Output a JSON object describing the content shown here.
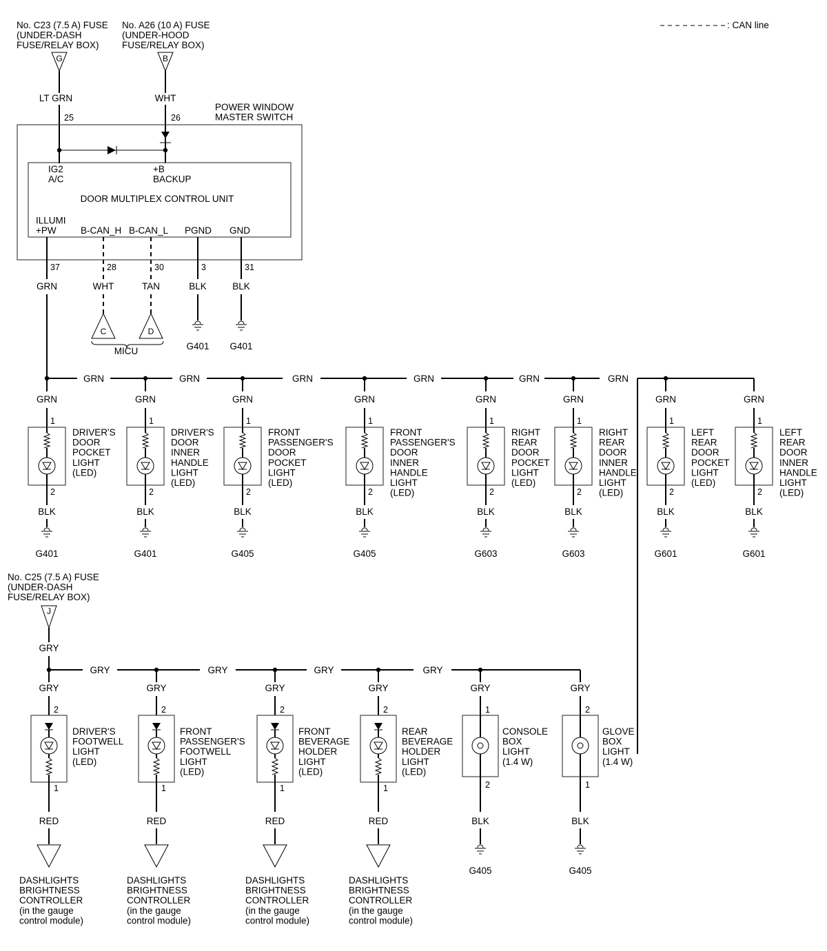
{
  "legend": {
    "can_line": ": CAN line"
  },
  "fuses": {
    "c23": {
      "lines": [
        "No. C23 (7.5 A) FUSE",
        "(UNDER-DASH",
        "FUSE/RELAY BOX)"
      ],
      "connector": "G",
      "wire": "LT GRN",
      "pin": "25"
    },
    "a26": {
      "lines": [
        "No. A26 (10 A) FUSE",
        "(UNDER-HOOD",
        "FUSE/RELAY BOX)"
      ],
      "connector": "B",
      "wire": "WHT",
      "pin": "26"
    },
    "c25": {
      "lines": [
        "No. C25 (7.5 A) FUSE",
        "(UNDER-DASH",
        "FUSE/RELAY BOX)"
      ],
      "connector": "J",
      "wire": "GRY"
    }
  },
  "master_switch": {
    "label": [
      "POWER WINDOW",
      "MASTER SWITCH"
    ],
    "unit": "DOOR MULTIPLEX CONTROL UNIT",
    "inputs": {
      "ig2": [
        "IG2",
        "A/C"
      ],
      "b": [
        "+B",
        "BACKUP"
      ]
    },
    "terminals": [
      {
        "name": [
          "ILLUMI",
          "+PW"
        ],
        "pin": "37",
        "wire": "GRN"
      },
      {
        "name": [
          "B-CAN_H"
        ],
        "pin": "28",
        "wire": "WHT",
        "conn": "C"
      },
      {
        "name": [
          "B-CAN_L"
        ],
        "pin": "30",
        "wire": "TAN",
        "conn": "D"
      },
      {
        "name": [
          "PGND"
        ],
        "pin": "3",
        "wire": "BLK",
        "ground": "G401"
      },
      {
        "name": [
          "GND"
        ],
        "pin": "31",
        "wire": "BLK",
        "ground": "G401"
      }
    ],
    "micu": "MICU"
  },
  "grn_bus_label": "GRN",
  "door_lights": [
    {
      "label": [
        "DRIVER'S",
        "DOOR",
        "POCKET",
        "LIGHT",
        "(LED)"
      ],
      "wire_in": "GRN",
      "pin_in": "1",
      "pin_out": "2",
      "wire_out": "BLK",
      "ground": "G401"
    },
    {
      "label": [
        "DRIVER'S",
        "DOOR",
        "INNER",
        "HANDLE",
        "LIGHT",
        "(LED)"
      ],
      "wire_in": "GRN",
      "pin_in": "1",
      "pin_out": "2",
      "wire_out": "BLK",
      "ground": "G401"
    },
    {
      "label": [
        "FRONT",
        "PASSENGER'S",
        "DOOR",
        "POCKET",
        "LIGHT",
        "(LED)"
      ],
      "wire_in": "GRN",
      "pin_in": "1",
      "pin_out": "2",
      "wire_out": "BLK",
      "ground": "G405"
    },
    {
      "label": [
        "FRONT",
        "PASSENGER'S",
        "DOOR",
        "INNER",
        "HANDLE",
        "LIGHT",
        "(LED)"
      ],
      "wire_in": "GRN",
      "pin_in": "1",
      "pin_out": "2",
      "wire_out": "BLK",
      "ground": "G405"
    },
    {
      "label": [
        "RIGHT",
        "REAR",
        "DOOR",
        "POCKET",
        "LIGHT",
        "(LED)"
      ],
      "wire_in": "GRN",
      "pin_in": "1",
      "pin_out": "2",
      "wire_out": "BLK",
      "ground": "G603"
    },
    {
      "label": [
        "RIGHT",
        "REAR",
        "DOOR",
        "INNER",
        "HANDLE",
        "LIGHT",
        "(LED)"
      ],
      "wire_in": "GRN",
      "pin_in": "1",
      "pin_out": "2",
      "wire_out": "BLK",
      "ground": "G603"
    },
    {
      "label": [
        "LEFT",
        "REAR",
        "DOOR",
        "POCKET",
        "LIGHT",
        "(LED)"
      ],
      "wire_in": "GRN",
      "pin_in": "1",
      "pin_out": "2",
      "wire_out": "BLK",
      "ground": "G601"
    },
    {
      "label": [
        "LEFT",
        "REAR",
        "DOOR",
        "INNER",
        "HANDLE",
        "LIGHT",
        "(LED)"
      ],
      "wire_in": "GRN",
      "pin_in": "1",
      "pin_out": "2",
      "wire_out": "BLK",
      "ground": "G601"
    }
  ],
  "gry_bus_label": "GRY",
  "interior_lights": [
    {
      "label": [
        "DRIVER'S",
        "FOOTWELL",
        "LIGHT",
        "(LED)"
      ],
      "type": "led",
      "wire_in": "GRY",
      "pin_in": "2",
      "pin_out": "1",
      "wire_out": "RED",
      "dest": [
        "DASHLIGHTS",
        "BRIGHTNESS",
        "CONTROLLER",
        "(in the gauge",
        "control module)"
      ]
    },
    {
      "label": [
        "FRONT",
        "PASSENGER'S",
        "FOOTWELL",
        "LIGHT",
        "(LED)"
      ],
      "type": "led",
      "wire_in": "GRY",
      "pin_in": "2",
      "pin_out": "1",
      "wire_out": "RED",
      "dest": [
        "DASHLIGHTS",
        "BRIGHTNESS",
        "CONTROLLER",
        "(in the gauge",
        "control module)"
      ]
    },
    {
      "label": [
        "FRONT",
        "BEVERAGE",
        "HOLDER",
        "LIGHT",
        "(LED)"
      ],
      "type": "led",
      "wire_in": "GRY",
      "pin_in": "2",
      "pin_out": "1",
      "wire_out": "RED",
      "dest": [
        "DASHLIGHTS",
        "BRIGHTNESS",
        "CONTROLLER",
        "(in the gauge",
        "control module)"
      ]
    },
    {
      "label": [
        "REAR",
        "BEVERAGE",
        "HOLDER",
        "LIGHT",
        "(LED)"
      ],
      "type": "led",
      "wire_in": "GRY",
      "pin_in": "2",
      "pin_out": "1",
      "wire_out": "RED",
      "dest": [
        "DASHLIGHTS",
        "BRIGHTNESS",
        "CONTROLLER",
        "(in the gauge",
        "control module)"
      ]
    },
    {
      "label": [
        "CONSOLE",
        "BOX",
        "LIGHT",
        "(1.4 W)"
      ],
      "type": "bulb",
      "wire_in": "GRY",
      "pin_in": "1",
      "pin_out": "2",
      "wire_out": "BLK",
      "ground": "G405"
    },
    {
      "label": [
        "GLOVE",
        "BOX",
        "LIGHT",
        "(1.4 W)"
      ],
      "type": "bulb",
      "wire_in": "GRY",
      "pin_in": "2",
      "pin_out": "1",
      "wire_out": "BLK",
      "ground": "G405"
    }
  ]
}
